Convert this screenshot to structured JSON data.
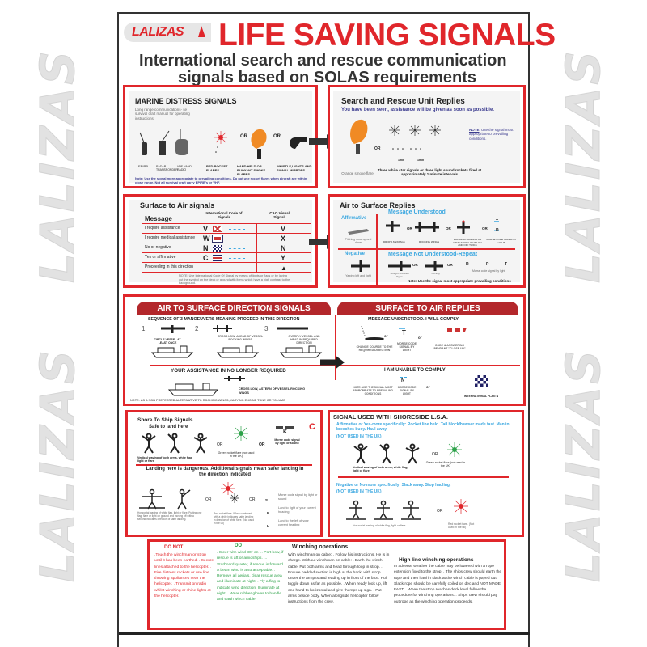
{
  "watermark": "LALIZAS",
  "header": {
    "logo": "LALIZAS",
    "title": "LIFE SAVING SIGNALS",
    "subtitle_line1": "International search and rescue communication",
    "subtitle_line2": "signals based on SOLAS requirements"
  },
  "colors": {
    "brand_red": "#e0262b",
    "dark_red": "#b3272b",
    "blue": "#3aa7e0",
    "green": "#2ea24a",
    "orange": "#f08a24"
  },
  "or": "OR",
  "distress": {
    "title": "MARINE DISTRESS SIGNALS",
    "intro": "Long range communications- se survival craft manual for operating instructions.",
    "items": [
      "EPIRB",
      "RADAR TRANSPONDER",
      "VHF HAND RADIO",
      "RED ROCKET FLARES",
      "HAND HELD OR BUOYANT SMOKE FLARES",
      "WHISTLE,LIGHTS AND SIGNAL MIRRORS"
    ],
    "note": "Note: Use the signal more appropriate to prevailing conditions. Do not use rocket flares when aircraft are within close range. Not all survival craft carry EPIRB's or VHF."
  },
  "sar": {
    "title": "Search and Rescue Unit Replies",
    "subtitle": "You have been seen, assistance will be given as soon as possible.",
    "smoke_label": "Orange smoke flare",
    "interval": "1min",
    "caption": "Three white star signals or three light sound rockets fired at approximately 1 minute intervals",
    "note_label": "NOTE",
    "note": "Use the signal most appropriate to prevailing conditions."
  },
  "surface_air": {
    "title": "Surface to Air signals",
    "headers": [
      "Message",
      "International Code of Signals",
      "ICAO Visual Signal"
    ],
    "rows": [
      {
        "message": "I require assistance",
        "code": "V",
        "icao": "V"
      },
      {
        "message": "I require medical assistance",
        "code": "W",
        "icao": "X"
      },
      {
        "message": "No or negative",
        "code": "N",
        "icao": "N"
      },
      {
        "message": "Yes or affirmative",
        "code": "C",
        "icao": "Y"
      },
      {
        "message": "Proceeding in this direction",
        "code": "",
        "icao": "▲"
      }
    ],
    "note": "NOTE: Use International Code Of Signal by means of lights or flags or by laying out the symbol on the deck or ground with items which have a high contrast to the background."
  },
  "air_surface": {
    "title": "Air to Surface Replies",
    "affirmative": "Affirmative",
    "affirmative_caption": "Pitching nose up and down",
    "understood": "Message Understood",
    "understood_items": [
      "DROP A MESSAGE",
      "ROCKING WINGS",
      "FLASHING LANDING OR NAVIGATION LIGHTS ON AND OFF TWICE",
      "MORSE CODE SIGNAL BY LIGHT"
    ],
    "understood_morse": [
      "T",
      "R"
    ],
    "negative": "Negative",
    "negative_caption": "Yawing left and right",
    "not_understood": "Message Not Understood-Repeat",
    "not_understood_items": [
      "Straight and level flights",
      "Circling"
    ],
    "morse_letters": [
      "R",
      "P",
      "T"
    ],
    "morse_caption": "Morse code signal by light",
    "note": "Note: Use the signal most appropriate prevailing conditions"
  },
  "direction": {
    "title": "AIR TO SURFACE DIRECTION SIGNALS",
    "sequence": "SEQUENCE OF 3 MANOEUVERS MEANING PROCEED IN THIS DIRECTION",
    "steps": [
      {
        "num": "1",
        "text": "CIRCLE VESSEL AT LEAST ONCE"
      },
      {
        "num": "2",
        "text": "CROSS LOW, AHEAD OF VESSEL ROCKING WINGS"
      },
      {
        "num": "3",
        "text": "OVERFLY VESSEL AND HEAD IN REQUIRED DIRECTION"
      }
    ],
    "no_longer": "YOUR ASSISTANCE IN NO LONGER REQUIRED",
    "cross_astern": "CROSS LOW, ASTERN OF VESSEL ROCKING WINGS",
    "note": "NOTE: AS A NON PREFERRED ALTERNATIVE TO ROCKING WINGS, VARYING ENGINE TONE OR VOLUME"
  },
  "replies": {
    "title": "SURFACE TO AIR REPLIES",
    "comply": "MESSAGE UNDERSTOOD. I WILL COMPLY",
    "comply_items": [
      "CHANGE COURSE TO THE REQUIRED DIRECTION",
      "MORSE CODE SIGNAL BY LIGHT",
      "CODE & ANSWERING PENDANT \"CLOSE UP\""
    ],
    "comply_morse": "T",
    "or_lower": "or",
    "unable": "I AM UNABLE TO COMPLY",
    "unable_note": "NOTE: USE THE SIGNAL MOST APPROPRIATE TO PREVAILING CONDITIONS",
    "unable_morse": "N",
    "unable_morse_caption": "MORSE CODE SIGNAL BY LIGHT",
    "flag_caption": "INTERNATIONAL FLAG N"
  },
  "shore": {
    "title": "Shore To Ship Signals",
    "safe": "Safe to land here",
    "wave_caption": "Vertical waving of both arms, white flag, light or flare",
    "green_flare": "Green rocket flare (not used in the UK)",
    "morse_k": "K",
    "morse_caption": "Morse code signal by light or sound",
    "flag_c": "C",
    "danger": "Landing here is dangerous. Additional signals mean safer landing in the direction indicated",
    "horiz_caption": "Horizontal waving of white flag, light or flare. Putting one flag, flare or light on ground and moving off with a second indicates direction of safer landing.",
    "red_flare": "Red rocket flare. When combined with a white indicates safer landing in direction of white flare. (Not used in the uk)",
    "morse_s": "S",
    "morse_s_caption": "Morse code signal by light or sound",
    "morse_r": "R",
    "morse_r_caption": "Land to right of your current heading",
    "morse_l": "L",
    "morse_l_caption": "Land to the left of your current heading"
  },
  "lsa": {
    "title": "SIGNAL USED WITH SHORESIDE L.S.A.",
    "affirmative": "Affirmative or Yes-more specifically: Rocket line held. Tail block/hawser made fast. Man in breeches buoy. Haul away.",
    "not_uk": "(NOT USED IN THE UK)",
    "wave_caption": "Vertical waving of both arms, white flag, light or flare",
    "green_flare": "Green rocket flare (not used in the UK)",
    "negative": "Negative or No-more specifically: Slack away. Stop hauling.",
    "horiz_caption": "Horizontal waving of white flag, light or flare",
    "red_flare": "Red rocket flare. (Not used in the uk)"
  },
  "winch": {
    "do_not_title": "DO NOT",
    "do_not": ".Touch the winchman or strop until it has been earthed. . Secure lines attached to the helicopter. . Fire distress rockets or use line throwing appliances near the helicopter. . Transmit on radio whilst winching or shine lights at the helicopter.",
    "do_title": "DO",
    "do": ". Steer with wind 30° on ... Port bow, if rescue is aft or amidships. ... Starboard quarter, if rescue is forward. A beam wind is also acceptable. . Remove all aerials, clear rescue area and illuminate at night. . Fly a flag to indicate wind direction. Illuminate at night. . Wear rubber gloves to handle and earth winch cable.",
    "ops_title": "Winching operations",
    "ops": "With winchman on cable: . Follow his instructions. He is in charge. Without winchman on cable: . Earth the winch cable. Put both arms and head through loop in strop. . Ensure padded section is high at the back, with strop under the armpits and leading up in front of the face. Pull toggle down as far as possible. . When ready look up, lift one hand to horizontal and give thumps up sign. . Put arms beside body. When alongside helicopter follow instructions from the crew.",
    "high_title": "High line winching operations",
    "high": "In adverse weather the cable may be lowered with a rope extension fixed to the strop. . The ships crew should earth the rope and then haul in slack at the winch cable is payed out. Slack rope should be carefully coiled on dec and NOT MADE FAST. . When the strop reaches deck level follow the procedure for winching operations. . Ships crew should pay out rope as the winching operation proceeds."
  }
}
